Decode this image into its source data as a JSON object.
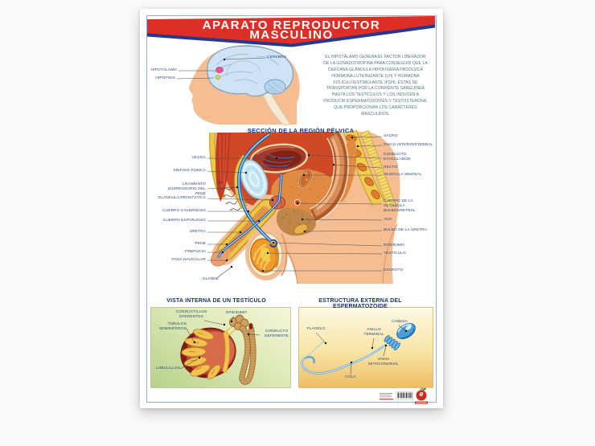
{
  "banner": {
    "title_line1": "APARATO REPRODUCTOR",
    "title_line2": "MASCULINO"
  },
  "head_section": {
    "cerebro": "CEREBRO",
    "hipotalamo": "HIPOTÁLAMO",
    "hipofisis": "HIPÓFISIS",
    "intro_text": "EL HIPOTÁLAMO GENERA EL FACTOR LIBERADOR DE LA GONADOTROPINA PARA CONSEGUIR QUE LA CERCANA GLÁNDULA HIPOFISARIA PRODUZCA HORMONA LUTEINIZANTE (LH) Y HORMONA FOLICULOESTIMULANTE (FSH). ÉSTAS SE TRANSPORTAN POR LA CORRIENTE SANGUÍNEA HASTA LOS TESTÍCULOS Y LOS INDUCEN A PRODUCIR ESPERMATOZOIDES Y TESTOSTERONA, QUE PROPORCIONAN LOS CARACTERES MASCULINOS."
  },
  "pelvis_section": {
    "title": "SECCIÓN DE LA REGIÓN PÉLVICA",
    "left_labels": [
      "VEJIGA",
      "SÍNFISIS PÚBICA",
      "LIGAMENTO SUSPENSORIO DEL PENE",
      "GLÁNDULA PROSTÁTICA",
      "CUERPO CAVERNOSO",
      "CUERPO ESPONJOSO",
      "URETRA",
      "PENE",
      "PREPUCIO",
      "FOSA NAVICULAR",
      "GLANDE"
    ],
    "right_labels": [
      "SACRO",
      "DISCO INTERVERTEBRAL",
      "CONDUCTO EYACULADOR",
      "RECTO",
      "VESÍCULA SEMINAL",
      "CUERPO DE LA GLÁNDULA BULBOURETRAL",
      "ANO",
      "BULBO DE LA URETRA",
      "EPIDÍDIMO",
      "TESTÍCULO",
      "ESCROTO"
    ]
  },
  "testicle_section": {
    "title": "VISTA INTERNA DE UN TESTÍCULO",
    "labels": [
      "CONDUCTILLOS EFERENTES",
      "EPIDÍDIMO",
      "TÚBULOS SEMINÍFEROS",
      "CONDUCTO DEFERENTE",
      "LOBULILLOS"
    ]
  },
  "sperm_section": {
    "title": "ESTRUCTURA EXTERNA DEL ESPERMATOZOIDE",
    "labels": [
      "FLAGELO",
      "ANILLO TERMINAL",
      "CABEZA",
      "VAINA MITOCONDRIAL",
      "COLA"
    ]
  },
  "publisher": {
    "logo_letter": "e"
  },
  "colors": {
    "banner_red": "#dd2f27",
    "banner_navy": "#24388c",
    "label_navy": "#2a4a7a",
    "skin": "#f4bd92",
    "brain_blue": "#cfe3f5",
    "panel_green": "#b7d28c",
    "panel_yellow": "#efbc62"
  }
}
